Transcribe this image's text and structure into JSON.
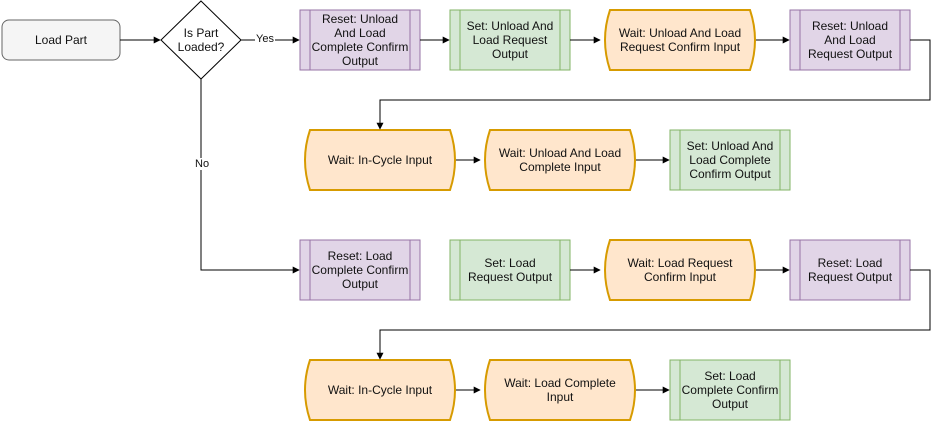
{
  "nodes": {
    "load_part": "Load Part",
    "is_part_loaded": "Is Part Loaded?",
    "r1_reset_unload_load_complete": "Reset: Unload And Load Complete Confirm Output",
    "r1_set_unload_load_request": "Set: Unload And Load Request Output",
    "r1_wait_unload_load_request_confirm": "Wait: Unload And Load Request Confirm Input",
    "r1_reset_unload_load_request": "Reset: Unload And Load Request Output",
    "r2_wait_in_cycle": "Wait: In-Cycle Input",
    "r2_wait_unload_load_complete": "Wait: Unload And Load Complete Input",
    "r2_set_unload_load_complete_confirm": "Set: Unload And Load Complete Confirm Output",
    "r3_reset_load_complete_confirm": "Reset: Load Complete Confirm Output",
    "r3_set_load_request": "Set: Load Request Output",
    "r3_wait_load_request_confirm": "Wait: Load Request Confirm Input",
    "r3_reset_load_request": "Reset: Load Request Output",
    "r4_wait_in_cycle": "Wait: In-Cycle Input",
    "r4_wait_load_complete": "Wait: Load Complete Input",
    "r4_set_load_complete_confirm": "Set: Load Complete Confirm Output"
  },
  "edge_labels": {
    "yes": "Yes",
    "no": "No"
  },
  "colors": {
    "reset_fill": "#e1d5e7",
    "reset_stroke": "#9673a6",
    "set_fill": "#d5e8d4",
    "set_stroke": "#82b366",
    "wait_fill": "#ffe6cc",
    "wait_stroke": "#d79b00",
    "start_fill": "#f5f5f5",
    "start_stroke": "#666666",
    "line": "#000000"
  }
}
